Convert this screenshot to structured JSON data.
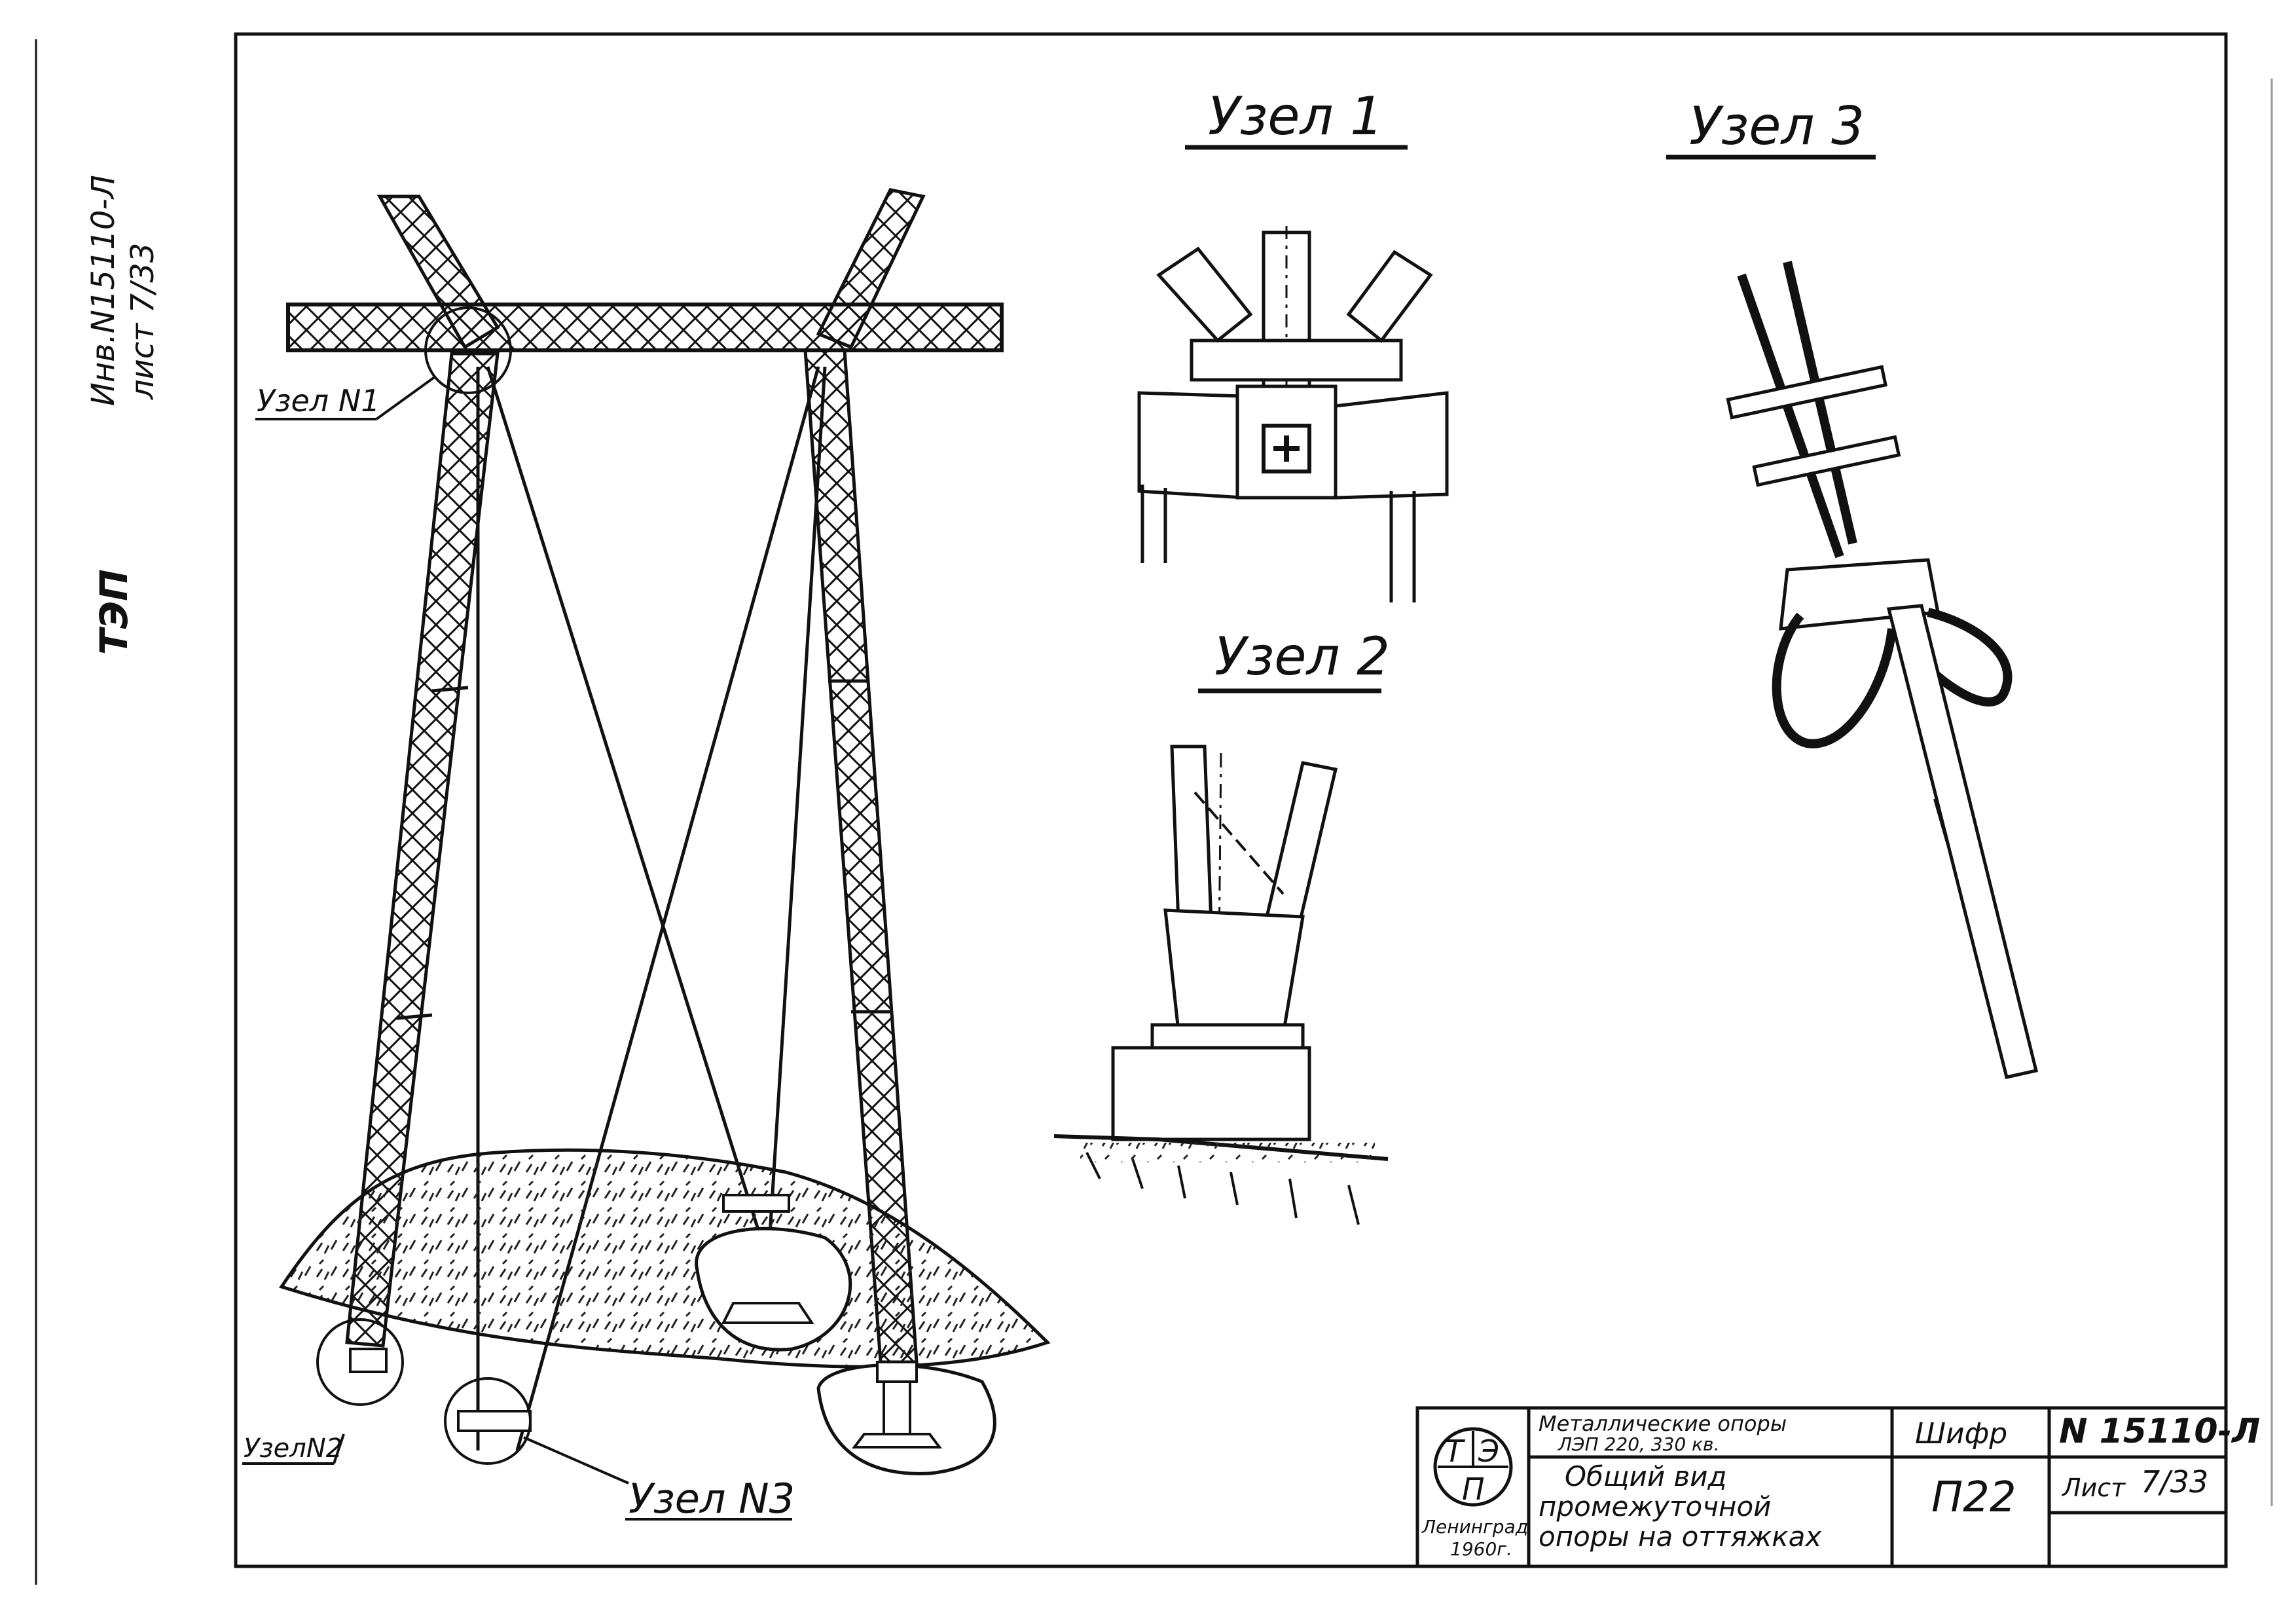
{
  "side_stamp": {
    "inv_number": "Инв.N15110-Л",
    "sheet": "лист 7/33",
    "org": "ТЭП"
  },
  "detail_titles": {
    "node1": "Узел 1",
    "node2": "Узел 2",
    "node3": "Узел 3"
  },
  "callouts": {
    "node1": "Узел N1",
    "node2": "УзелN2",
    "node3": "Узел N3"
  },
  "title_block": {
    "logo_letters": [
      "Т",
      "Э",
      "П"
    ],
    "city": "Ленинград",
    "year": "1960г.",
    "subject": [
      "Металлические опоры",
      "ЛЭП 220, 330 кв."
    ],
    "drawing_title": [
      "Общий вид",
      "промежуточной",
      "опоры на оттяжках"
    ],
    "cipher_label": "Шифр",
    "cipher_value": "П22",
    "number": "N 15110-Л",
    "sheet_label": "Лист",
    "sheet_value": "7/33"
  }
}
